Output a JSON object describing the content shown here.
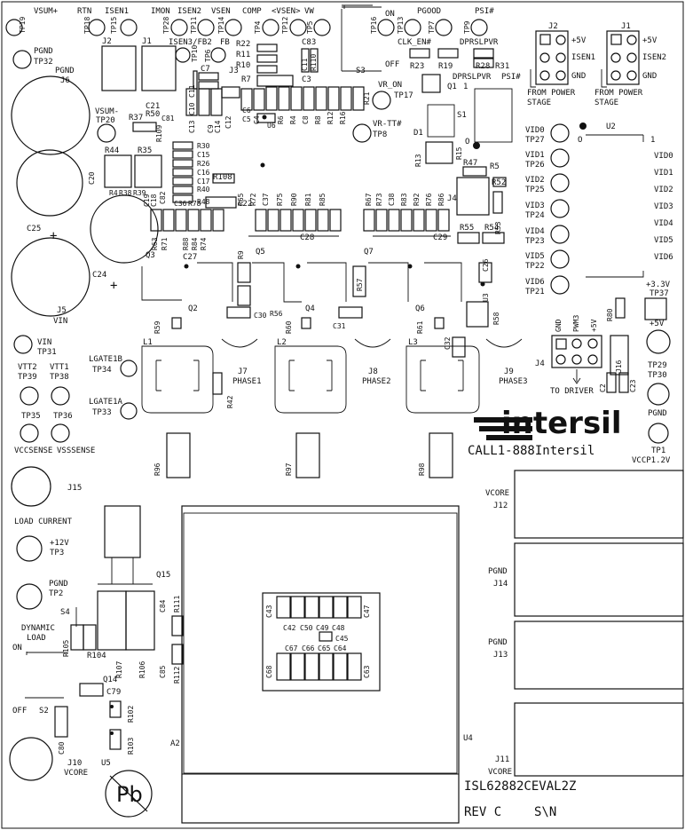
{
  "board": {
    "name": "ISL62882CEVAL2Z",
    "revision": "REV C",
    "serial": "S\\N",
    "company": "intersil",
    "phone": "CALL1-888Intersil"
  },
  "top_tp_labels": [
    "TP19",
    "TP18",
    "TP15",
    "TP28",
    "TP11",
    "TP14",
    "TP4",
    "TP12",
    "TP5",
    "TP16",
    "TP13",
    "TP7",
    "TP9"
  ],
  "top_signal_labels": [
    "VSUM+",
    "RTN",
    "ISEN1",
    "IMON",
    "ISEN2",
    "VSEN",
    "COMP",
    "<VSEN>",
    "VW",
    "PGOOD",
    "PSI#"
  ],
  "switch_s3": {
    "on": "ON",
    "off": "OFF",
    "name": "S3"
  },
  "labels": {
    "pgnd_tp32": "PGND",
    "tp32": "TP32",
    "pgnd_j6": "PGND",
    "j6": "J6",
    "isen3": "ISEN3/FB2",
    "fb": "FB",
    "tp10": "TP10",
    "tp6": "TP6",
    "vsum_minus": "VSUM-",
    "tp20": "TP20",
    "r37": "R37",
    "r50": "R50",
    "r109": "R109",
    "j2": "J2",
    "j1": "J1",
    "j3": "J3",
    "c7": "C7",
    "c10": "C10",
    "c11": "C11",
    "c13": "C13",
    "c14": "C14",
    "c9": "C9",
    "c12": "C12",
    "c6": "C6",
    "c5": "C5",
    "c4": "C4",
    "r22": "R22",
    "r11": "R11",
    "r10": "R10",
    "r7": "R7",
    "c83": "C83",
    "r110": "R110",
    "c3": "C3",
    "u6": "U6",
    "r6": "R6",
    "r4": "R4",
    "c8": "C8",
    "r8": "R8",
    "r12": "R12",
    "r16": "R16",
    "r21": "R21",
    "clk_en": "CLK_EN#",
    "dprslpvr": "DPRSLPVR",
    "r23": "R23",
    "r19": "R19",
    "r28": "R28",
    "r31": "R31",
    "dprslpvr2": "DPRSLPVR",
    "psi2": "PSI#",
    "q1": "Q1",
    "vr_on": "VR_ON",
    "tp17": "TP17",
    "vr_tt": "VR-TT#",
    "tp8": "TP8",
    "s1": "S1",
    "d1": "D1",
    "r13": "R13",
    "r15": "R15",
    "r47": "R47",
    "r5": "R5",
    "r52": "R52",
    "r53": "R53",
    "r55": "R55",
    "r54": "R54",
    "j2r": "J2",
    "j1r": "J1",
    "plus5v": "+5V",
    "isen1": "ISEN1",
    "isen2": "ISEN2",
    "gnd": "GND",
    "from_power": "FROM POWER",
    "stage": "STAGE",
    "u2": "U2",
    "vid_tp": [
      "VID0",
      "VID1",
      "VID2",
      "VID3",
      "VID4",
      "VID5",
      "VID6"
    ],
    "vid_tpn": [
      "TP27",
      "TP26",
      "TP25",
      "TP24",
      "TP23",
      "TP22",
      "TP21"
    ],
    "vid_right": [
      "VID0",
      "VID1",
      "VID2",
      "VID3",
      "VID4",
      "VID5",
      "VID6"
    ],
    "r44": "R44",
    "r35": "R35",
    "c20": "C20",
    "r4b": "R4",
    "r38": "R38",
    "r39": "R39",
    "c19": "C19",
    "c18": "C18",
    "c82": "C82",
    "c36": "C36",
    "r78": "R78",
    "r30": "R30",
    "c15": "C15",
    "r26": "R26",
    "c16": "C16",
    "c17": "C17",
    "r40": "R40",
    "r108": "R108",
    "r48": "R48",
    "c21": "C21",
    "c81": "C81",
    "c22": "C22",
    "r65": "R65",
    "r72": "R72",
    "c37": "C37",
    "r75": "R75",
    "r90": "R90",
    "r81": "R81",
    "r85": "R85",
    "r67": "R67",
    "r73": "R73",
    "c38": "C38",
    "r83": "R83",
    "r92": "R92",
    "r76": "R76",
    "r86": "R86",
    "j4": "J4",
    "c25": "C25",
    "c24": "C24",
    "j5": "J5",
    "vin": "VIN",
    "r63": "R63",
    "r71": "R71",
    "r88": "R88",
    "r84": "R84",
    "r74": "R74",
    "c28": "C28",
    "c29": "C29",
    "q3": "Q3",
    "c27": "C27",
    "r9": "R9",
    "q5": "Q5",
    "q7": "Q7",
    "c26": "C26",
    "u3": "U3",
    "q2": "Q2",
    "q4": "Q4",
    "q6": "Q6",
    "r57": "R57",
    "c30": "C30",
    "r56": "R56",
    "c31": "C31",
    "r58": "R58",
    "r60": "R60",
    "r61": "R61",
    "r59": "R59",
    "c32": "C32",
    "r80": "R80",
    "plus3v3": "+3.3V",
    "tp37": "TP37",
    "vin_tp31": "VIN",
    "tp31": "TP31",
    "vtt2": "VTT2",
    "vtt1": "VTT1",
    "tp39": "TP39",
    "tp38": "TP38",
    "tp35": "TP35",
    "tp36": "TP36",
    "vccsense": "VCCSENSE",
    "vsssense": "VSSSENSE",
    "l1": "L1",
    "l2": "L2",
    "l3": "L3",
    "j7": "J7",
    "j8": "J8",
    "j9": "J9",
    "phase1": "PHASE1",
    "phase2": "PHASE2",
    "phase3": "PHASE3",
    "lgate1b": "LGATE1B",
    "tp34": "TP34",
    "lgate1a": "LGATE1A",
    "tp33": "TP33",
    "r42": "R42",
    "gnd_j4": "GND",
    "pwm3": "PWM3",
    "plus5v_j4": "+5V",
    "j4b": "J4",
    "j16": "J16",
    "to_driver": "TO DRIVER",
    "c2": "C2",
    "c23": "C23",
    "plus5v_tp29": "+5V",
    "tp29": "TP29",
    "tp30": "TP30",
    "pgnd_tp30": "PGND",
    "tp1": "TP1",
    "vccp": "VCCP1.2V",
    "r96": "R96",
    "r97": "R97",
    "r98": "R98",
    "j15": "J15",
    "load_current": "LOAD CURRENT",
    "plus12v": "+12V",
    "tp3": "TP3",
    "pgnd_tp2": "PGND",
    "tp2": "TP2",
    "s4": "S4",
    "dynamic": "DYNAMIC",
    "load": "LOAD",
    "on": "ON",
    "r105": "R105",
    "r104": "R104",
    "r107": "R107",
    "r106": "R106",
    "q15": "Q15",
    "c84": "C84",
    "r111": "R111",
    "c85": "C85",
    "r112": "R112",
    "q14": "Q14",
    "c79": "C79",
    "off": "OFF",
    "s2": "S2",
    "r102": "R102",
    "r103": "R103",
    "c80": "C80",
    "j10": "J10",
    "vcore_j10": "VCORE",
    "u5": "U5",
    "a2": "A2",
    "c43": "C43",
    "c47": "C47",
    "c42": "C42",
    "c50": "C50",
    "c49": "C49",
    "c48": "C48",
    "c45": "C45",
    "c67": "C67",
    "c66": "C66",
    "c65": "C65",
    "c64": "C64",
    "c68": "C68",
    "c63": "C63",
    "vcore_j12": "VCORE",
    "j12": "J12",
    "pgnd_j14": "PGND",
    "j14": "J14",
    "pgnd_j13": "PGND",
    "j13": "J13",
    "u4": "U4",
    "j11": "J11",
    "vcore_j11": "VCORE",
    "pb": "Pb"
  }
}
